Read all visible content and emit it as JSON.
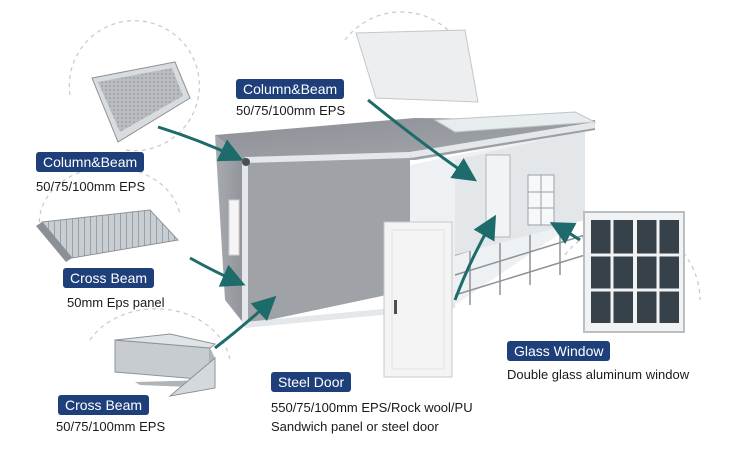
{
  "callouts": {
    "top_column_beam": {
      "title": "Column&Beam",
      "spec": "50/75/100mm EPS"
    },
    "left_column_beam": {
      "title": "Column&Beam",
      "spec": "50/75/100mm EPS"
    },
    "cross_beam_panel": {
      "title": "Cross Beam",
      "spec": "50mm Eps panel"
    },
    "cross_beam_tube": {
      "title": "Cross Beam",
      "spec": "50/75/100mm EPS"
    },
    "steel_door": {
      "title": "Steel Door",
      "spec_line1": "550/75/100mm EPS/Rock wool/PU",
      "spec_line2": "Sandwich panel or steel door"
    },
    "glass_window": {
      "title": "Glass Window",
      "spec": "Double glass aluminum window"
    }
  },
  "colors": {
    "label_bg": "#1f3f7a",
    "arrow": "#1e6b6b",
    "panel_gray": "#9a9ea3",
    "frame_white": "#e4e8eb"
  }
}
